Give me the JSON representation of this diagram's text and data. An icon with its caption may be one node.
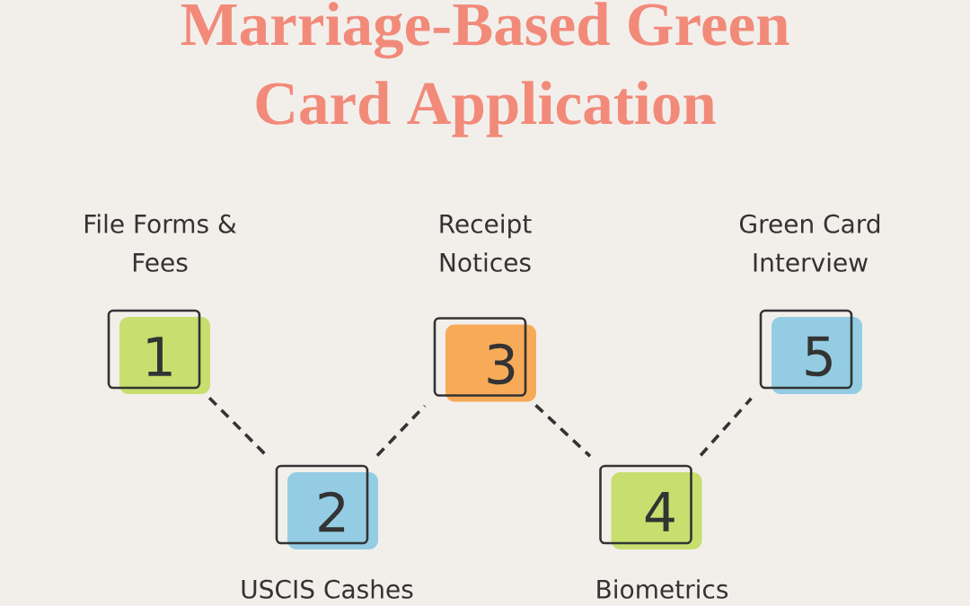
{
  "diagram": {
    "title": "Marriage-Based Green Card Application",
    "nodes": [
      {
        "text": [
          "1"
        ],
        "beside": [
          "File Forms & Fees"
        ]
      },
      {
        "text": [
          "2"
        ],
        "beside": [
          "USCIS Cashes"
        ]
      },
      {
        "text": [
          "3"
        ],
        "beside": [
          "Receipt Notices"
        ]
      },
      {
        "text": [
          "4"
        ],
        "beside": [
          "Biometrics"
        ]
      },
      {
        "text": [
          "5"
        ],
        "beside": [
          "Green Card Interview"
        ]
      }
    ],
    "edges": [
      {
        "from": 0,
        "to": 1,
        "arrow": "none",
        "style": "dashed"
      },
      {
        "from": 1,
        "to": 2,
        "arrow": "none",
        "style": "dashed"
      },
      {
        "from": 2,
        "to": 3,
        "arrow": "none",
        "style": "dashed"
      },
      {
        "from": 3,
        "to": 4,
        "arrow": "none",
        "style": "dashed"
      }
    ]
  }
}
